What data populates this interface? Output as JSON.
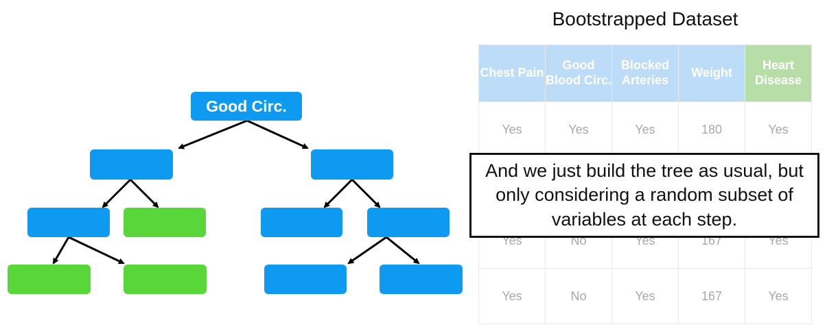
{
  "tree": {
    "root_label": "Good Circ."
  },
  "dataset": {
    "title": "Bootstrapped Dataset",
    "columns": [
      "Chest Pain",
      "Good Blood Circ.",
      "Blocked Arteries",
      "Weight",
      "Heart Disease"
    ],
    "rows": [
      [
        "Yes",
        "Yes",
        "Yes",
        "180",
        "Yes"
      ],
      [
        "",
        "",
        "",
        "",
        ""
      ],
      [
        "Yes",
        "No",
        "Yes",
        "167",
        "Yes"
      ],
      [
        "Yes",
        "No",
        "Yes",
        "167",
        "Yes"
      ]
    ]
  },
  "callout": {
    "text": "And we just build the tree as usual, but only considering a random subset of variables at each step."
  },
  "colors": {
    "node_blue": "#0f9af2",
    "node_green": "#58d63a",
    "header_blue": "#bcdcf7",
    "header_green": "#b7dea6"
  }
}
